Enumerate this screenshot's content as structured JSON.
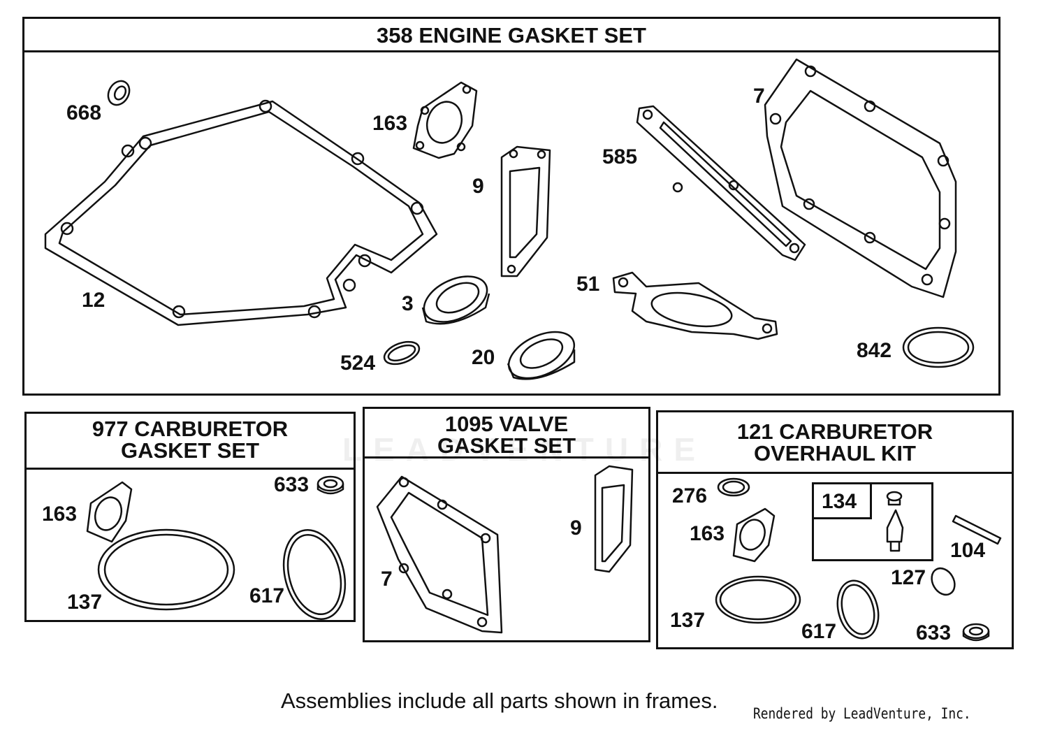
{
  "frames": {
    "engine": {
      "title": "358 ENGINE GASKET SET"
    },
    "carb_gasket": {
      "title": "977 CARBURETOR\n GASKET SET"
    },
    "valve": {
      "title": "1095 VALVE\nGASKET SET"
    },
    "overhaul": {
      "title": "121 CARBURETOR\nOVERHAUL KIT"
    }
  },
  "labels": {
    "engine": [
      "668",
      "163",
      "9",
      "585",
      "7",
      "12",
      "3",
      "51",
      "524",
      "20",
      "842"
    ],
    "carb_gasket": [
      "163",
      "633",
      "137",
      "617"
    ],
    "valve": [
      "7",
      "9"
    ],
    "overhaul": [
      "276",
      "163",
      "134",
      "104",
      "127",
      "137",
      "617",
      "633"
    ]
  },
  "footer": {
    "note": "Assemblies include all parts shown in frames.",
    "credit": "Rendered by LeadVenture, Inc."
  },
  "watermark": "LEADVENTURE"
}
